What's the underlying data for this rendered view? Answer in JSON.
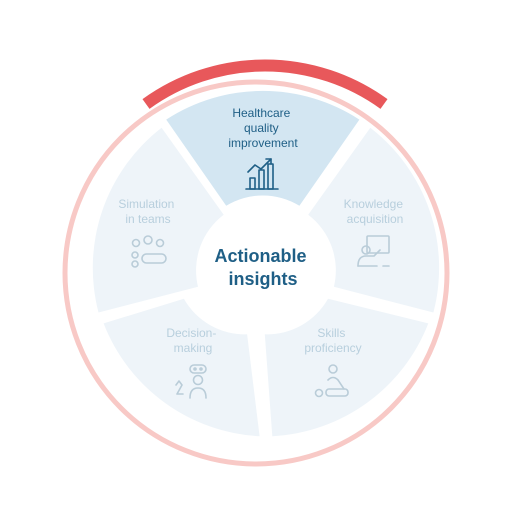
{
  "colors": {
    "ring_light": "#f8c9c6",
    "ring_accent": "#e8585b",
    "segment_fill": "#eef4f9",
    "segment_active_fill": "#d3e6f2",
    "label_muted": "#b8cfdd",
    "label_active": "#1f5f86",
    "icon_muted": "#b9ccd8",
    "icon_active": "#1f5f86",
    "center_text": "#1f5f86"
  },
  "center": {
    "line1": "Actionable",
    "line2": "insights"
  },
  "segments": [
    {
      "id": "healthcare",
      "active": true,
      "lines": [
        "Healthcare",
        "quality",
        "improvement"
      ],
      "icon": "bar-chart-trend-icon"
    },
    {
      "id": "knowledge",
      "active": false,
      "lines": [
        "Knowledge",
        "acquisition"
      ],
      "icon": "presenter-board-icon"
    },
    {
      "id": "skills",
      "active": false,
      "lines": [
        "Skills",
        "proficiency"
      ],
      "icon": "person-lying-icon"
    },
    {
      "id": "decision",
      "active": false,
      "lines": [
        "Decision-",
        "making"
      ],
      "icon": "decision-person-icon"
    },
    {
      "id": "simulation",
      "active": false,
      "lines": [
        "Simulation",
        "in teams"
      ],
      "icon": "team-people-icon"
    }
  ]
}
